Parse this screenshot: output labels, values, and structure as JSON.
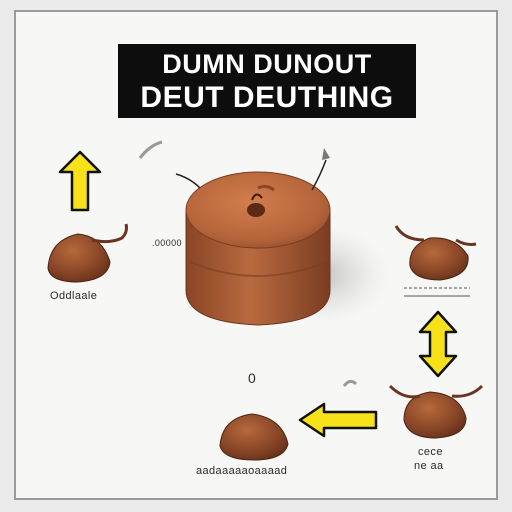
{
  "title": {
    "line1": "DUMN DUNOUT",
    "line2": "DEUT DEUTHING"
  },
  "labels": {
    "left_blob": "Oddlaale",
    "center_small": ".00000",
    "right_top_caption": "—  — — —",
    "center_bottom_mark": "0",
    "bottom_right": "cece",
    "bottom_right_2": "ne aa",
    "bottom_center": "aadaaaaaoaaaad"
  },
  "colors": {
    "arrow": "#f7e21a",
    "arrow_outline": "#111111",
    "blob": "#8a4a2a",
    "cake": "#b86a3f"
  }
}
